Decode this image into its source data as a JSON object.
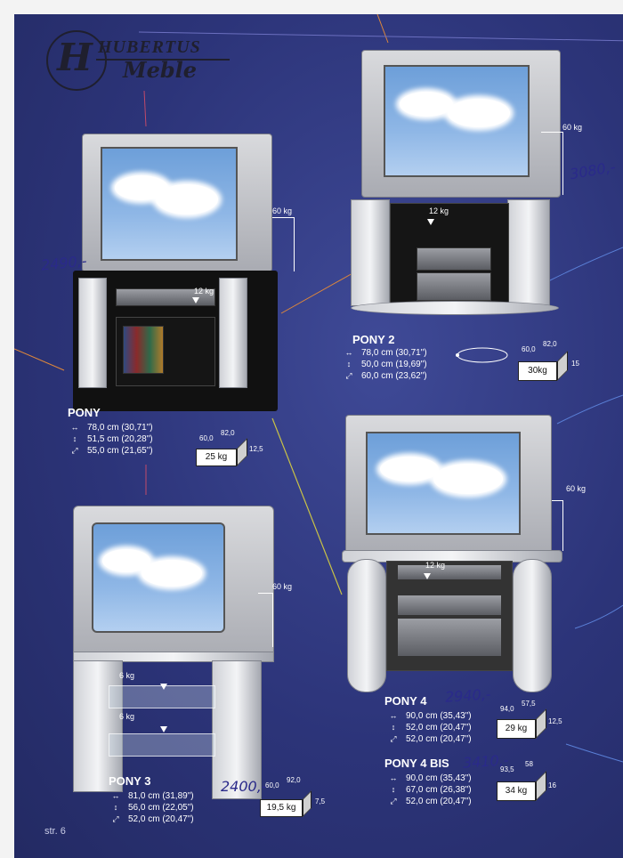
{
  "brand": {
    "monogram": "H",
    "name": "HUBERTUS",
    "subname": "Meble"
  },
  "page_label": "str. 6",
  "products": [
    {
      "name": "PONY",
      "dims": [
        "78,0 cm (30,71\")",
        "51,5 cm (20,28\")",
        "55,0 cm (21,65\")"
      ],
      "box": {
        "weight": "25 kg",
        "width": "60,0",
        "depth": "82,0",
        "height": "12,5"
      },
      "tv_load": "60 kg",
      "shelf_load": "12 kg",
      "price": "2490,-"
    },
    {
      "name": "PONY 2",
      "dims": [
        "78,0 cm (30,71\")",
        "50,0 cm (19,69\")",
        "60,0 cm (23,62\")"
      ],
      "box": {
        "weight": "30kg",
        "width": "60,0",
        "depth": "82,0",
        "height": "15"
      },
      "tv_load": "60 kg",
      "shelf_load": "12 kg",
      "price": "3080,-"
    },
    {
      "name": "PONY 3",
      "dims": [
        "81,0 cm (31,89\")",
        "56,0 cm (22,05\")",
        "52,0 cm (20,47\")"
      ],
      "box": {
        "weight": "19,5 kg",
        "width": "60,0",
        "depth": "92,0",
        "height": "7,5"
      },
      "tv_load": "60 kg",
      "shelf_load_1": "6 kg",
      "shelf_load_2": "6 kg",
      "price": "2400,-"
    },
    {
      "name": "PONY 4",
      "dims": [
        "90,0 cm (35,43\")",
        "52,0 cm (20,47\")",
        "52,0 cm (20,47\")"
      ],
      "box": {
        "weight": "29 kg",
        "width": "94,0",
        "depth": "57,5",
        "height": "12,5"
      },
      "tv_load": "60 kg",
      "shelf_load": "12 kg",
      "price": "2940,-"
    },
    {
      "name": "PONY 4 BIS",
      "dims": [
        "90,0 cm (35,43\")",
        "67,0 cm (26,38\")",
        "52,0 cm (20,47\")"
      ],
      "box": {
        "weight": "34 kg",
        "width": "93,5",
        "depth": "58",
        "height": "16"
      },
      "price": "3410,-"
    }
  ],
  "colors": {
    "background": "#2c3479",
    "text": "#ffffff",
    "handwriting": "#2a2a8a"
  },
  "icons": [
    "width-arrow-icon",
    "height-arrow-icon",
    "depth-arrow-icon",
    "box-icon",
    "weight-arrow-icon",
    "rotate-icon"
  ]
}
